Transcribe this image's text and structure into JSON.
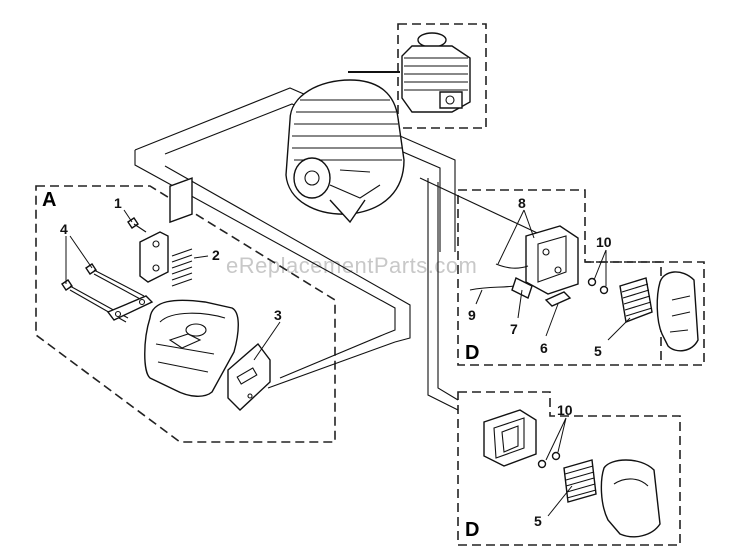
{
  "watermark": "eReplacementParts.com",
  "sections": {
    "a": "A",
    "d_upper": "D",
    "d_lower": "D"
  },
  "callouts": {
    "c1": "1",
    "c2": "2",
    "c3": "3",
    "c4": "4",
    "c5_upper": "5",
    "c6": "6",
    "c7": "7",
    "c8": "8",
    "c9": "9",
    "c10_upper": "10",
    "c10_lower": "10",
    "c5_lower": "5"
  }
}
